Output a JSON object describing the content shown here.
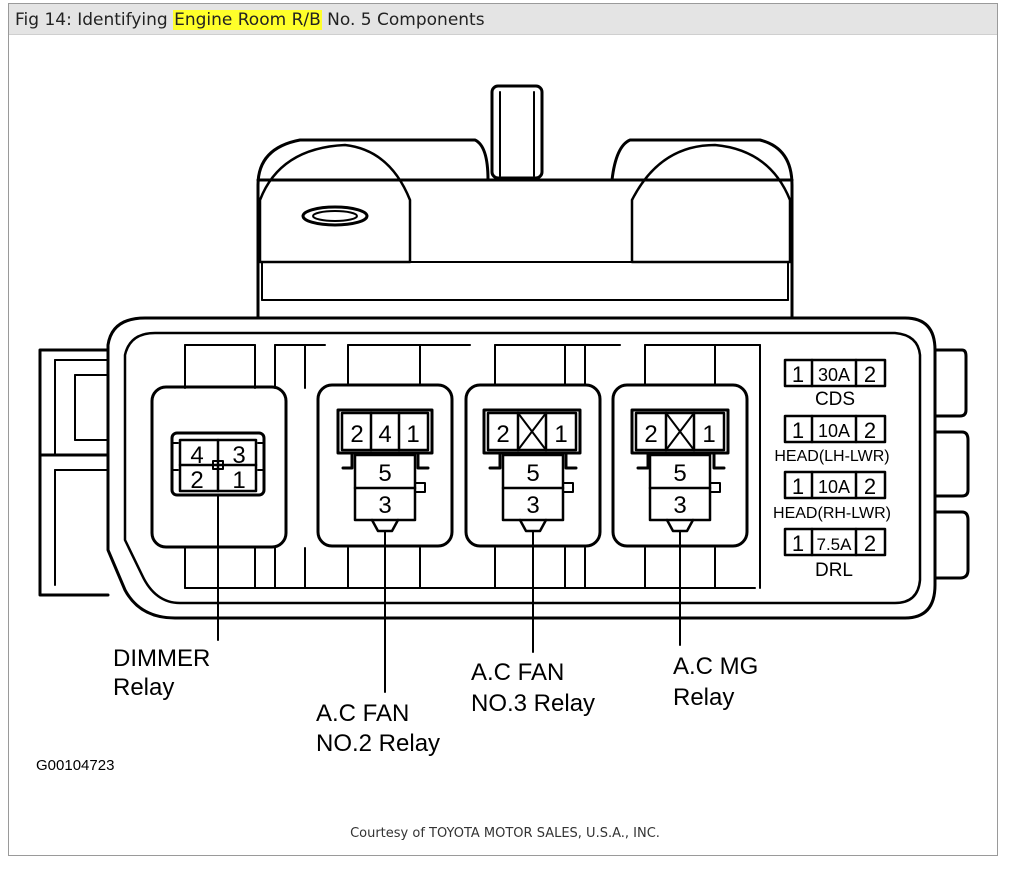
{
  "caption": {
    "prefix": "Fig 14: Identifying ",
    "highlight": "Engine Room R/B",
    "suffix": " No. 5 Components"
  },
  "relays": {
    "dimmer": {
      "pins": [
        "4",
        "3",
        "2",
        "1"
      ],
      "label_line1": "DIMMER",
      "label_line2": "Relay"
    },
    "ac_fan_no2": {
      "pins_top": [
        "2",
        "4",
        "1"
      ],
      "pins_bottom": [
        "5",
        "3"
      ],
      "label_line1": "A.C FAN",
      "label_line2": "NO.2 Relay"
    },
    "ac_fan_no3": {
      "pins_top": [
        "2",
        "1"
      ],
      "pins_bottom": [
        "5",
        "3"
      ],
      "label_line1": "A.C FAN",
      "label_line2": "NO.3 Relay"
    },
    "ac_mg": {
      "pins_top": [
        "2",
        "1"
      ],
      "pins_bottom": [
        "5",
        "3"
      ],
      "label_line1": "A.C MG",
      "label_line2": "Relay"
    }
  },
  "fuses": [
    {
      "left": "1",
      "rating": "30A",
      "right": "2",
      "name": "CDS"
    },
    {
      "left": "1",
      "rating": "10A",
      "right": "2",
      "name": "HEAD(LH-LWR)"
    },
    {
      "left": "1",
      "rating": "10A",
      "right": "2",
      "name": "HEAD(RH-LWR)"
    },
    {
      "left": "1",
      "rating": "7.5A",
      "right": "2",
      "name": "DRL"
    }
  ],
  "figure_code": "G00104723",
  "courtesy": "Courtesy of TOYOTA MOTOR SALES, U.S.A., INC.",
  "colors": {
    "highlight": "#ffff2a",
    "line": "#000000",
    "caption_bar": "#e4e4e4"
  }
}
